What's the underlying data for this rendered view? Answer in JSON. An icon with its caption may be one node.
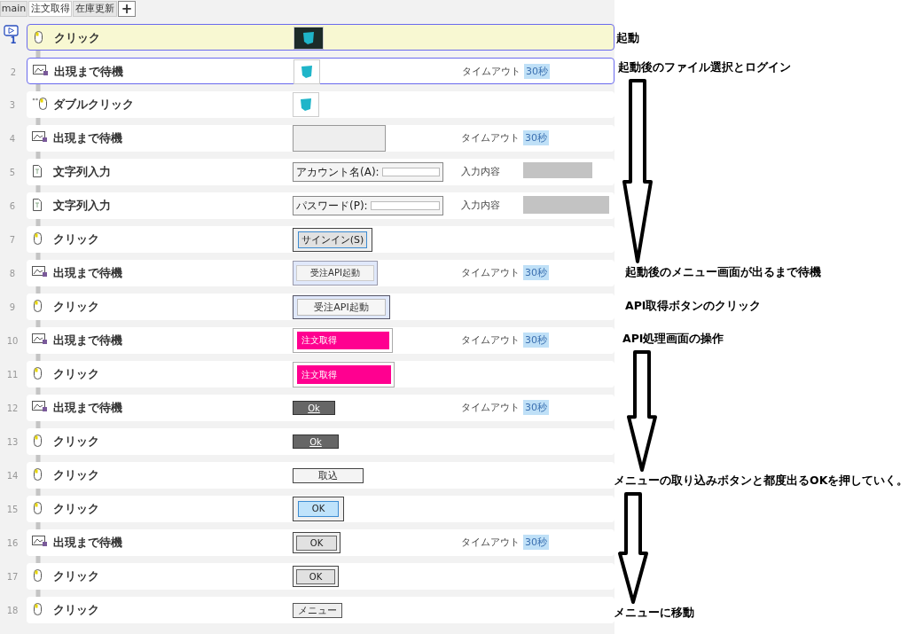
{
  "diagram": {
    "nodes": [
      {
        "text": [
          "1",
          "クリック"
        ]
      },
      {
        "text": [
          "2",
          "出現まで待機",
          "タイムアウト",
          "30秒"
        ]
      },
      {
        "text": [
          "3",
          "ダブルクリック"
        ]
      },
      {
        "text": [
          "4",
          "出現まで待機",
          "タイムアウト",
          "30秒"
        ]
      },
      {
        "text": [
          "5",
          "文字列入力",
          "アカウント名(A):",
          "入力内容"
        ]
      },
      {
        "text": [
          "6",
          "文字列入力",
          "パスワード(P):",
          "入力内容"
        ]
      },
      {
        "text": [
          "7",
          "クリック",
          "サインイン(S)"
        ]
      },
      {
        "text": [
          "8",
          "出現まで待機",
          "受注API起動",
          "タイムアウト",
          "30秒"
        ]
      },
      {
        "text": [
          "9",
          "クリック",
          "受注API起動"
        ]
      },
      {
        "text": [
          "10",
          "出現まで待機",
          "注文取得",
          "タイムアウト",
          "30秒"
        ]
      },
      {
        "text": [
          "11",
          "クリック",
          "注文取得"
        ]
      },
      {
        "text": [
          "12",
          "出現まで待機",
          "Ok",
          "タイムアウト",
          "30秒"
        ]
      },
      {
        "text": [
          "13",
          "クリック",
          "Ok"
        ]
      },
      {
        "text": [
          "14",
          "クリック",
          "取込"
        ]
      },
      {
        "text": [
          "15",
          "クリック",
          "OK"
        ]
      },
      {
        "text": [
          "16",
          "出現まで待機",
          "OK",
          "タイムアウト",
          "30秒"
        ]
      },
      {
        "text": [
          "17",
          "クリック",
          "OK"
        ]
      },
      {
        "text": [
          "18",
          "クリック",
          "メニュー"
        ]
      },
      {
        "text": [
          "起動"
        ]
      },
      {
        "text": [
          "起動後のファイル選択とログイン"
        ]
      },
      {
        "text": [
          "起動後のメニュー画面が出るまで待機"
        ]
      },
      {
        "text": [
          "API取得ボタンのクリック"
        ]
      },
      {
        "text": [
          "API処理画面の操作"
        ]
      },
      {
        "text": [
          "メニューの取り込みボタンと都度出るOKを押していく。"
        ]
      },
      {
        "text": [
          "メニューに移動"
        ]
      }
    ],
    "edges": [
      {
        "from": 0,
        "to": 1,
        "arrow": "none"
      },
      {
        "from": 1,
        "to": 2,
        "arrow": "none"
      },
      {
        "from": 2,
        "to": 3,
        "arrow": "none"
      },
      {
        "from": 3,
        "to": 4,
        "arrow": "none"
      },
      {
        "from": 4,
        "to": 5,
        "arrow": "none"
      },
      {
        "from": 5,
        "to": 6,
        "arrow": "none"
      },
      {
        "from": 6,
        "to": 7,
        "arrow": "none"
      },
      {
        "from": 7,
        "to": 8,
        "arrow": "none"
      },
      {
        "from": 8,
        "to": 9,
        "arrow": "none"
      },
      {
        "from": 9,
        "to": 10,
        "arrow": "none"
      },
      {
        "from": 10,
        "to": 11,
        "arrow": "none"
      },
      {
        "from": 11,
        "to": 12,
        "arrow": "none"
      },
      {
        "from": 12,
        "to": 13,
        "arrow": "none"
      },
      {
        "from": 13,
        "to": 14,
        "arrow": "none"
      },
      {
        "from": 14,
        "to": 15,
        "arrow": "none"
      },
      {
        "from": 15,
        "to": 16,
        "arrow": "none"
      },
      {
        "from": 16,
        "to": 17,
        "arrow": "none"
      },
      {
        "from": 19,
        "to": 20,
        "arrow": "to",
        "style": "thick",
        "color": "#000000"
      },
      {
        "from": 22,
        "to": 23,
        "arrow": "to",
        "style": "thick",
        "color": "#000000"
      },
      {
        "from": 23,
        "to": 24,
        "arrow": "to",
        "style": "thick",
        "color": "#000000"
      }
    ],
    "labels": [
      "main",
      "注文取得",
      "在庫更新",
      "+"
    ]
  }
}
